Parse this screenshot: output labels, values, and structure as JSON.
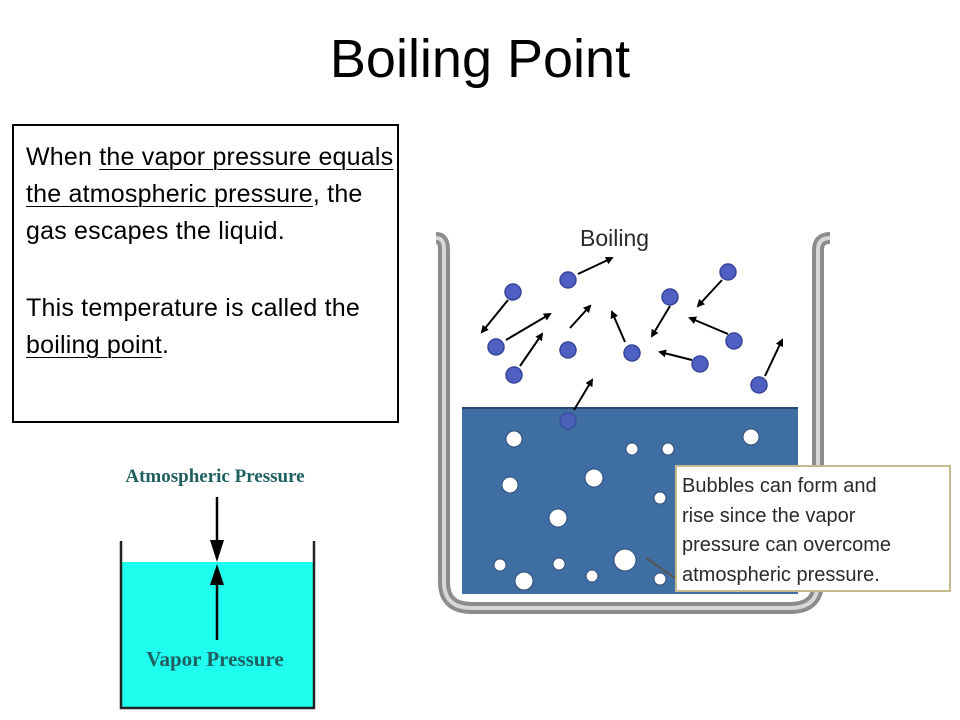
{
  "title": "Boiling Point",
  "textbox": {
    "p1_before": "When ",
    "p1_underlined": "the vapor pressure equals the atmospheric pressure",
    "p1_after": ", the gas escapes the liquid.",
    "p2_before": "This temperature is called the ",
    "p2_underlined": "boiling point",
    "p2_after": "."
  },
  "left_diagram": {
    "top_label": "Atmospheric Pressure",
    "bottom_label": "Vapor Pressure",
    "liquid_color": "#1FFFEF"
  },
  "right_diagram": {
    "top_label": "Boiling",
    "callout": [
      "Bubbles can form and",
      "rise since the vapor",
      "pressure can overcome",
      "atmospheric pressure."
    ],
    "liquid_color": "#3F6EA3",
    "molecule_color": "#4F5FC2"
  }
}
